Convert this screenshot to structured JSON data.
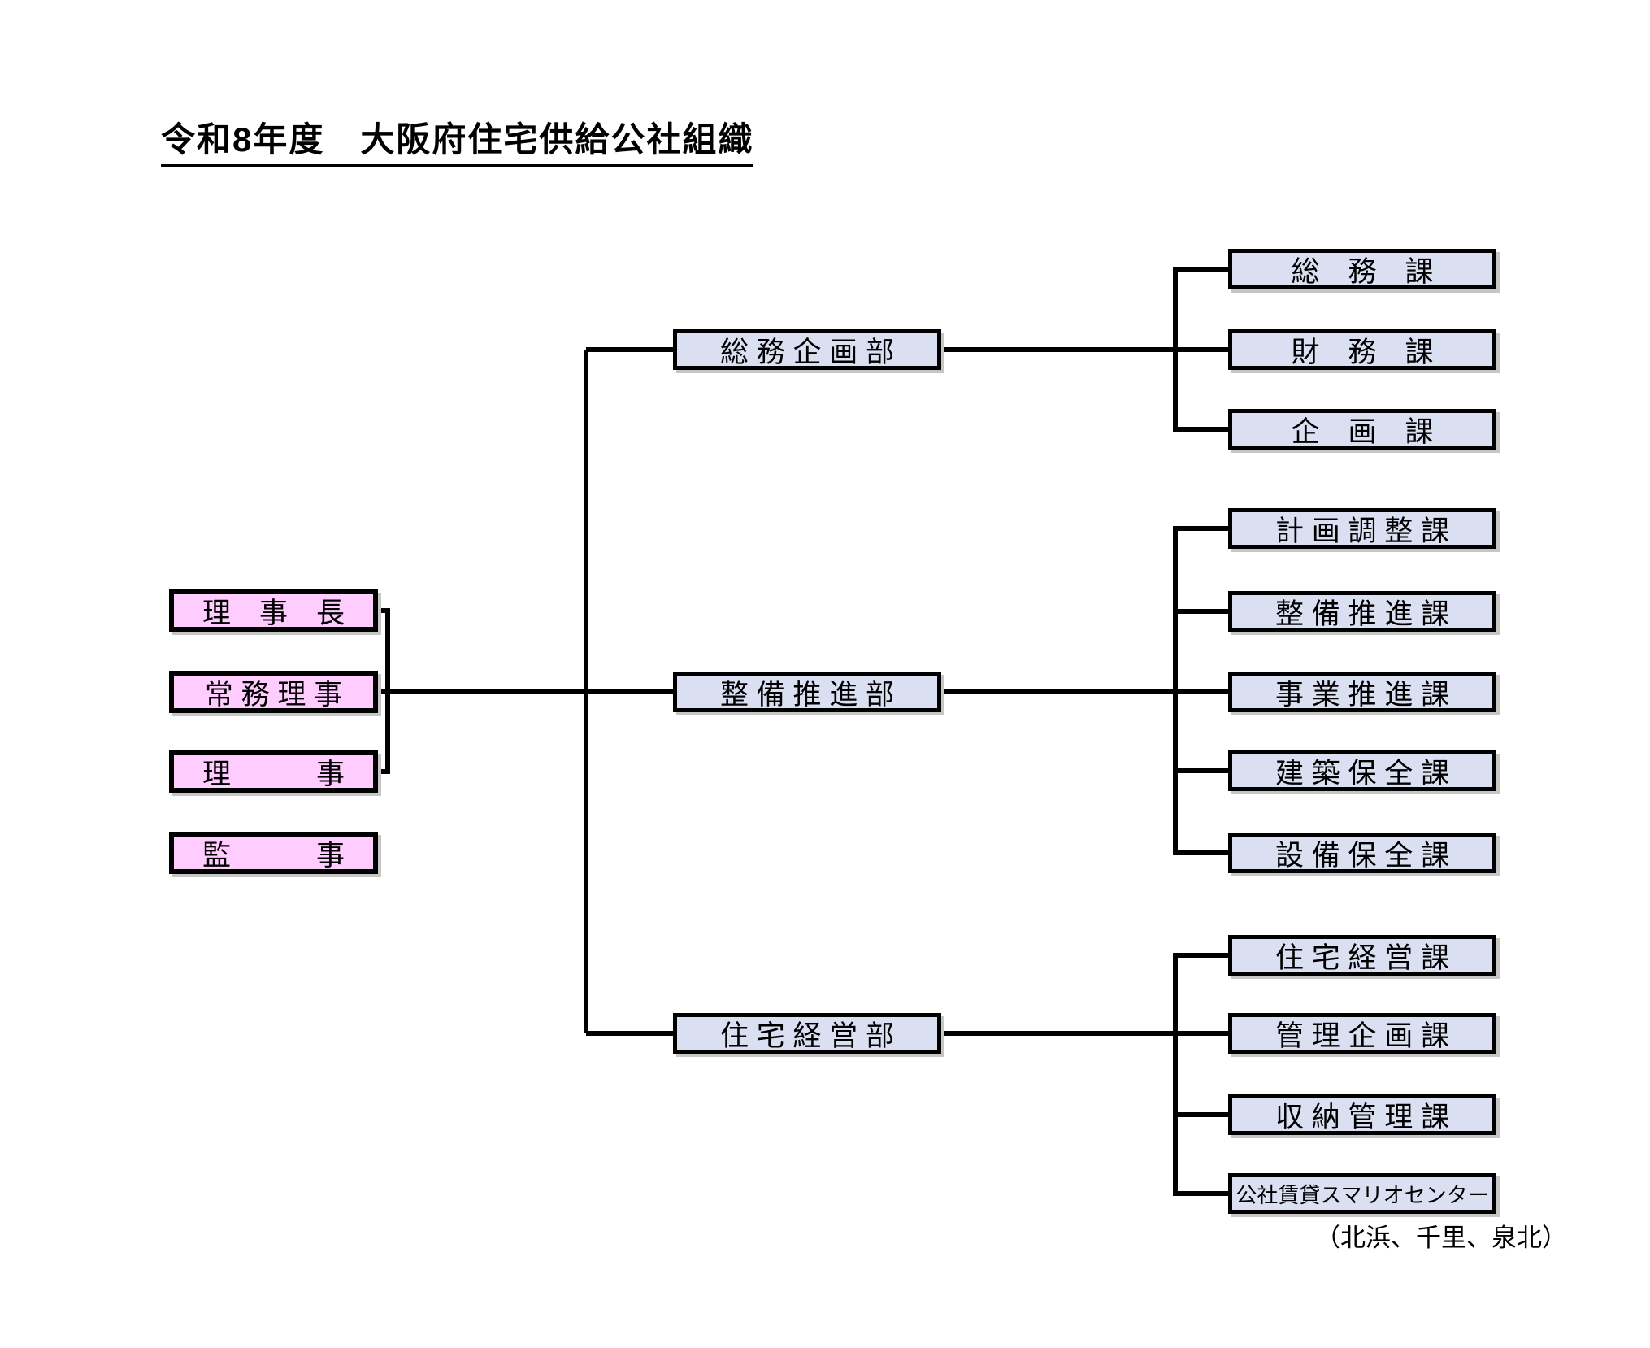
{
  "title": "令和8年度　大阪府住宅供給公社組織",
  "executives": [
    "理　事　長",
    "常 務 理 事",
    "理　　　事",
    "監　　　事"
  ],
  "groups": [
    {
      "department": "総 務 企 画 部",
      "sections": [
        "総　務　課",
        "財　務　課",
        "企　画　課"
      ]
    },
    {
      "department": "整 備 推 進 部",
      "sections": [
        "計 画 調 整 課",
        "整 備 推 進 課",
        "事 業 推 進 課",
        "建 築 保 全 課",
        "設 備 保 全 課"
      ]
    },
    {
      "department": "住 宅 経 営 部",
      "sections": [
        "住 宅 経 営 課",
        "管 理 企 画 課",
        "収 納 管 理 課",
        "公社賃貸スマリオセンター"
      ]
    }
  ],
  "footnote": "（北浜、千里、泉北）",
  "colors": {
    "executive_fill": "#FFCCFF",
    "department_fill": "#DAE0F2",
    "box_border": "#000000",
    "connector_line": "#000000"
  }
}
